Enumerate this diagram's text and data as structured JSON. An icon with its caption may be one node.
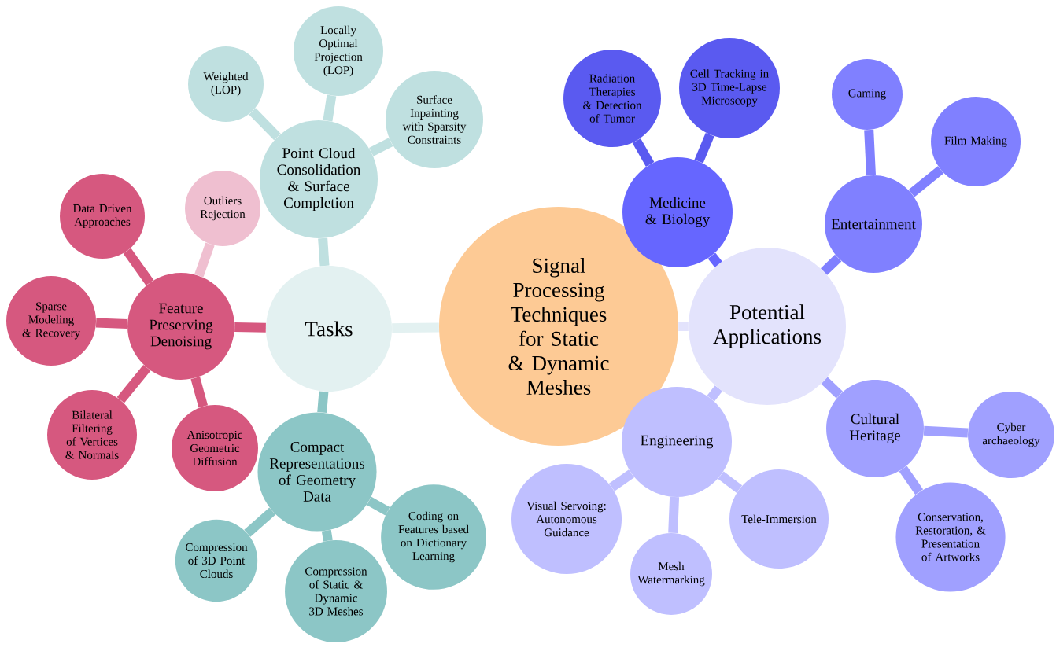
{
  "diagram": {
    "nodes": [
      {
        "text": [
          "Signal Processing Techniques for Static & Dynamic Meshes"
        ]
      },
      {
        "text": [
          "Tasks"
        ]
      },
      {
        "text": [
          "Point Cloud Consolidation & Surface Completion"
        ]
      },
      {
        "text": [
          "Weighted (LOP)"
        ]
      },
      {
        "text": [
          "Locally Optimal Projection (LOP)"
        ]
      },
      {
        "text": [
          "Surface Inpainting with Sparsity Constraints"
        ]
      },
      {
        "text": [
          "Feature Preserving Denoising"
        ]
      },
      {
        "text": [
          "Outliers Rejection"
        ]
      },
      {
        "text": [
          "Data Driven Approaches"
        ]
      },
      {
        "text": [
          "Sparse Modeling & Recovery"
        ]
      },
      {
        "text": [
          "Bilateral Filtering of Vertices & Normals"
        ]
      },
      {
        "text": [
          "Anisotropic Geometric Diffusion"
        ]
      },
      {
        "text": [
          "Compact Representations of Geometry Data"
        ]
      },
      {
        "text": [
          "Coding on Features based on Dictionary Learning"
        ]
      },
      {
        "text": [
          "Compression of 3D Point Clouds"
        ]
      },
      {
        "text": [
          "Compression of Static & Dynamic 3D Meshes"
        ]
      },
      {
        "text": [
          "Potential Applications"
        ]
      },
      {
        "text": [
          "Medicine & Biology"
        ]
      },
      {
        "text": [
          "Radiation Therapies & Detection of Tumor"
        ]
      },
      {
        "text": [
          "Cell Tracking in 3D Time-Lapse Microscopy"
        ]
      },
      {
        "text": [
          "Entertainment"
        ]
      },
      {
        "text": [
          "Gaming"
        ]
      },
      {
        "text": [
          "Film Making"
        ]
      },
      {
        "text": [
          "Cultural Heritage"
        ]
      },
      {
        "text": [
          "Cyber archaeology"
        ]
      },
      {
        "text": [
          "Conservation, Restoration, & Presentation of Artworks"
        ]
      },
      {
        "text": [
          "Engineering"
        ]
      },
      {
        "text": [
          "Visual Servoing: Autonomous Guidance"
        ]
      },
      {
        "text": [
          "Mesh Watermarking"
        ]
      },
      {
        "text": [
          "Tele-Immersion"
        ]
      }
    ],
    "edges": [
      {
        "from": 0,
        "to": 1,
        "arrow": "none",
        "color": "#e3f1f1"
      },
      {
        "from": 0,
        "to": 16,
        "arrow": "none",
        "color": "#e3e3fc"
      },
      {
        "from": 1,
        "to": 2,
        "arrow": "none",
        "color": "#bfe0e0"
      },
      {
        "from": 1,
        "to": 6,
        "arrow": "none",
        "color": "#d6587f"
      },
      {
        "from": 1,
        "to": 12,
        "arrow": "none",
        "color": "#8cc6c6"
      },
      {
        "from": 2,
        "to": 3,
        "arrow": "none",
        "color": "#bfe0e0"
      },
      {
        "from": 2,
        "to": 4,
        "arrow": "none",
        "color": "#bfe0e0"
      },
      {
        "from": 2,
        "to": 5,
        "arrow": "none",
        "color": "#bfe0e0"
      },
      {
        "from": 6,
        "to": 7,
        "arrow": "none",
        "color": "#efbfd0"
      },
      {
        "from": 6,
        "to": 8,
        "arrow": "none",
        "color": "#d6587f"
      },
      {
        "from": 6,
        "to": 9,
        "arrow": "none",
        "color": "#d6587f"
      },
      {
        "from": 6,
        "to": 10,
        "arrow": "none",
        "color": "#d6587f"
      },
      {
        "from": 6,
        "to": 11,
        "arrow": "none",
        "color": "#d6587f"
      },
      {
        "from": 12,
        "to": 13,
        "arrow": "none",
        "color": "#8cc6c6"
      },
      {
        "from": 12,
        "to": 14,
        "arrow": "none",
        "color": "#8cc6c6"
      },
      {
        "from": 12,
        "to": 15,
        "arrow": "none",
        "color": "#8cc6c6"
      },
      {
        "from": 16,
        "to": 17,
        "arrow": "none",
        "color": "#6666ff"
      },
      {
        "from": 16,
        "to": 20,
        "arrow": "none",
        "color": "#8080ff"
      },
      {
        "from": 16,
        "to": 23,
        "arrow": "none",
        "color": "#a0a0ff"
      },
      {
        "from": 16,
        "to": 26,
        "arrow": "none",
        "color": "#bfbfff"
      },
      {
        "from": 17,
        "to": 18,
        "arrow": "none",
        "color": "#5a5af0"
      },
      {
        "from": 17,
        "to": 19,
        "arrow": "none",
        "color": "#5a5af0"
      },
      {
        "from": 20,
        "to": 21,
        "arrow": "none",
        "color": "#8080ff"
      },
      {
        "from": 20,
        "to": 22,
        "arrow": "none",
        "color": "#8080ff"
      },
      {
        "from": 23,
        "to": 24,
        "arrow": "none",
        "color": "#a0a0ff"
      },
      {
        "from": 23,
        "to": 25,
        "arrow": "none",
        "color": "#a0a0ff"
      },
      {
        "from": 26,
        "to": 27,
        "arrow": "none",
        "color": "#bfbfff"
      },
      {
        "from": 26,
        "to": 28,
        "arrow": "none",
        "color": "#bfbfff"
      },
      {
        "from": 26,
        "to": 29,
        "arrow": "none",
        "color": "#bfbfff"
      }
    ]
  }
}
